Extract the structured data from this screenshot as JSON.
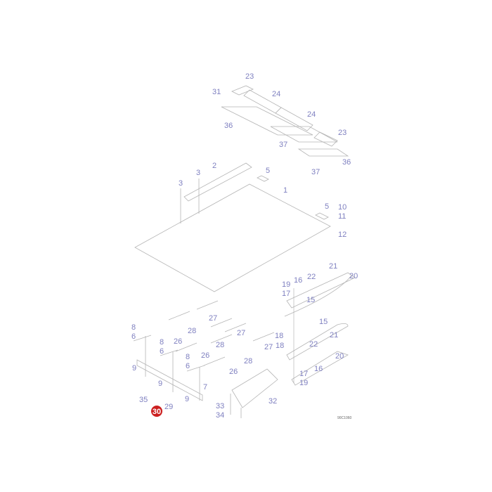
{
  "diagram": {
    "drawing_code": "90C1060",
    "highlighted_callout": "30",
    "highlight_color": "#cc1f1f",
    "callout_color": "#7f80c0",
    "callouts": [
      "23",
      "31",
      "24",
      "36",
      "24",
      "23",
      "37",
      "36",
      "37",
      "2",
      "3",
      "3",
      "5",
      "1",
      "5",
      "10",
      "11",
      "12",
      "21",
      "20",
      "16",
      "22",
      "19",
      "17",
      "15",
      "27",
      "28",
      "27",
      "8",
      "6",
      "26",
      "28",
      "27",
      "18",
      "18",
      "15",
      "21",
      "22",
      "20",
      "8",
      "6",
      "26",
      "28",
      "16",
      "8",
      "6",
      "26",
      "9",
      "9",
      "7",
      "9",
      "17",
      "19",
      "32",
      "33",
      "34",
      "35",
      "29"
    ]
  }
}
